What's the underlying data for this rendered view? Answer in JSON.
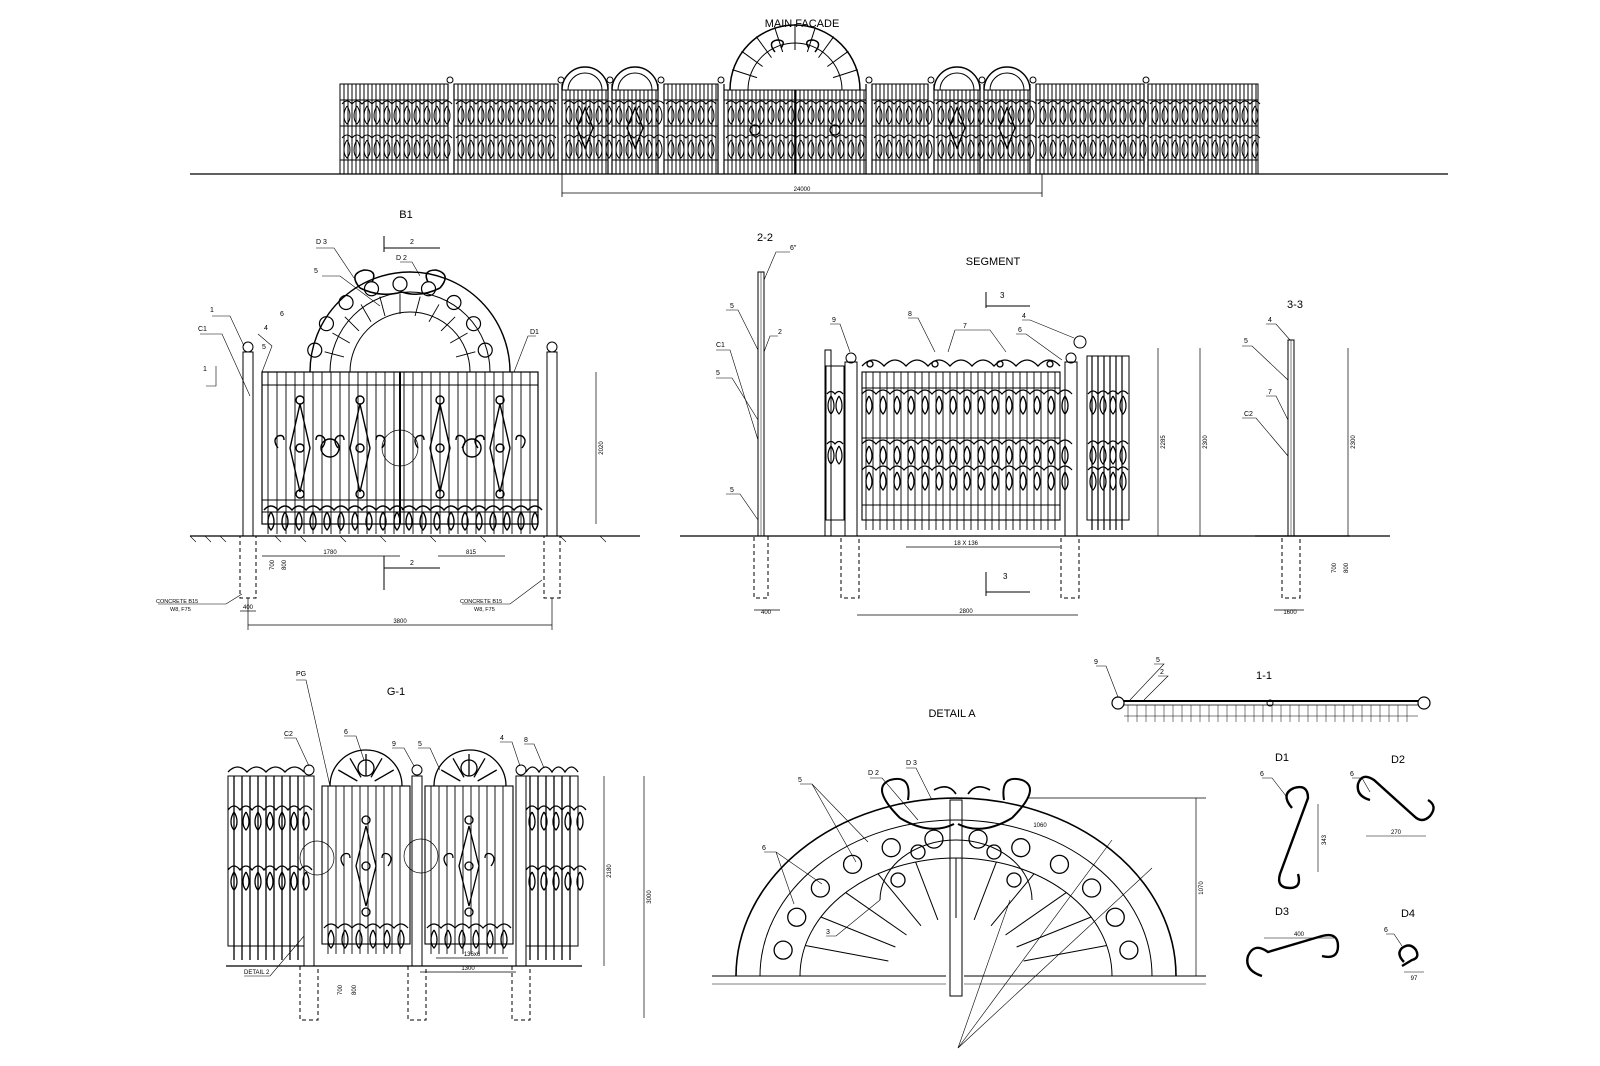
{
  "titles": {
    "main_facade": "MAIN FACADE",
    "b1": "B1",
    "section_2_2": "2-2",
    "segment": "SEGMENT",
    "section_3_3": "3-3",
    "g1": "G-1",
    "detail_a": "DETAIL A",
    "section_1_1": "1-1",
    "d1": "D1",
    "d2": "D2",
    "d3": "D3",
    "d4": "D4"
  },
  "notes": {
    "concrete_left_1": "CONCRETE  B15",
    "concrete_left_2": "W8, F75",
    "concrete_right_1": "CONCRETE  B15",
    "concrete_right_2": "W8, F75",
    "detail_2": "DETAIL 2"
  },
  "dimensions": {
    "facade_total": "24000",
    "b1_total": "3800",
    "b1_gate": "1780",
    "b1_leaf": "815",
    "b1_post": "400",
    "b1_height": "2020",
    "b1_depth_1": "700",
    "b1_depth_2": "800",
    "s22_base": "400",
    "segment_span": "2800",
    "segment_bars": "18 X 136",
    "segment_height": "2285",
    "segment_height_total": "2300",
    "s33_height": "2300",
    "s33_base": "1600",
    "s33_depth_1": "700",
    "s33_depth_2": "800",
    "g1_span": "1300",
    "g1_bars": "136x6",
    "g1_height": "2180",
    "g1_total": "3000",
    "g1_depth_1": "700",
    "g1_depth_2": "800",
    "detail_a_r1": "1060",
    "detail_a_h": "1070",
    "d1_len": "343",
    "d2_len": "270",
    "d3_len": "400",
    "d4_len": "97"
  },
  "callouts": {
    "c1": "C1",
    "c2": "C2",
    "d2": "D 2",
    "d3": "D 3",
    "pg": "PG",
    "n1": "1",
    "n2": "2",
    "n3": "3",
    "n4": "4",
    "n5": "5",
    "n6": "6",
    "n7": "7",
    "n8": "8",
    "n9": "9"
  }
}
